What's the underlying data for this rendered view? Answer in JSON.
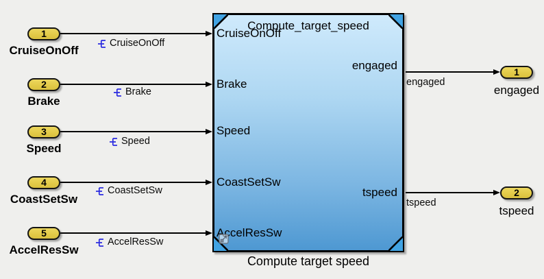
{
  "diagram": {
    "type": "simulink-model",
    "background_color": "#efefed",
    "chart_block": {
      "title": "Compute_target_speed",
      "caption": "Compute target speed",
      "left_ports": [
        "CruiseOnOff",
        "Brake",
        "Speed",
        "CoastSetSw",
        "AccelResSw"
      ],
      "right_ports": [
        "engaged",
        "tspeed"
      ],
      "fill_top": "#cfeafc",
      "fill_bottom": "#4e98d2",
      "corner_accent": "#41a3e3",
      "border_color": "#000000",
      "badge": "stateflow-chart-badge"
    },
    "inports": [
      {
        "number": "1",
        "name": "CruiseOnOff",
        "signal": "CruiseOnOff"
      },
      {
        "number": "2",
        "name": "Brake",
        "signal": "Brake"
      },
      {
        "number": "3",
        "name": "Speed",
        "signal": "Speed"
      },
      {
        "number": "4",
        "name": "CoastSetSw",
        "signal": "CoastSetSw"
      },
      {
        "number": "5",
        "name": "AccelResSw",
        "signal": "AccelResSw"
      }
    ],
    "outports": [
      {
        "number": "1",
        "name": "engaged",
        "signal": "engaged"
      },
      {
        "number": "2",
        "name": "tspeed",
        "signal": "tspeed"
      }
    ],
    "colors": {
      "port_fill": "#e3cb49",
      "port_border": "#141414",
      "wire": "#000000",
      "signal_badge_blue": "#2b2be0"
    }
  }
}
